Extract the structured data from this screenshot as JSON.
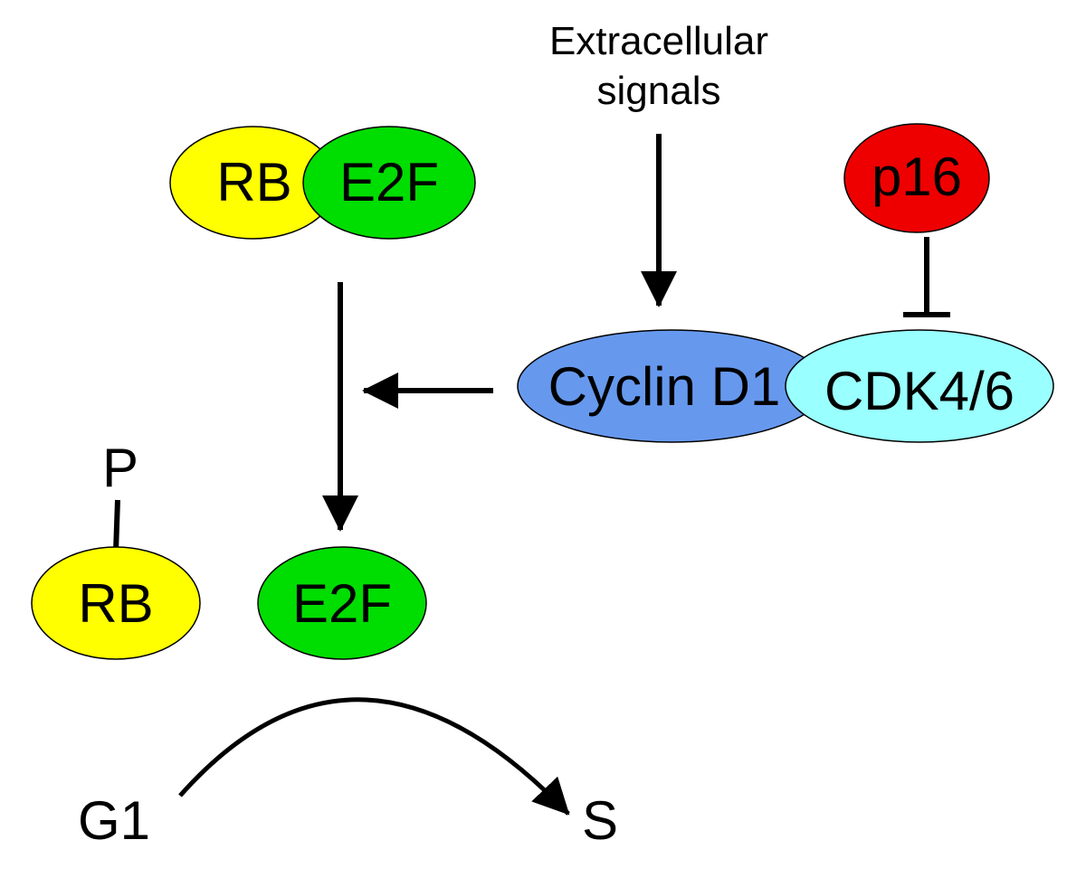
{
  "signals": {
    "line1": "Extracellular",
    "line2": "signals"
  },
  "nodes": {
    "rb_complex": {
      "label": "RB",
      "color": "#ffff00"
    },
    "e2f_complex": {
      "label": "E2F",
      "color": "#00dd00"
    },
    "p16": {
      "label": "p16",
      "color": "#ee0000"
    },
    "cyclin_d1": {
      "label": "Cyclin D1",
      "color": "#6699ee"
    },
    "cdk46": {
      "label": "CDK4/6",
      "color": "#99ffff"
    },
    "phosphate": {
      "label": "P"
    },
    "rb_free": {
      "label": "RB",
      "color": "#ffff00"
    },
    "e2f_free": {
      "label": "E2F",
      "color": "#00dd00"
    }
  },
  "phases": {
    "g1": "G1",
    "s": "S"
  }
}
